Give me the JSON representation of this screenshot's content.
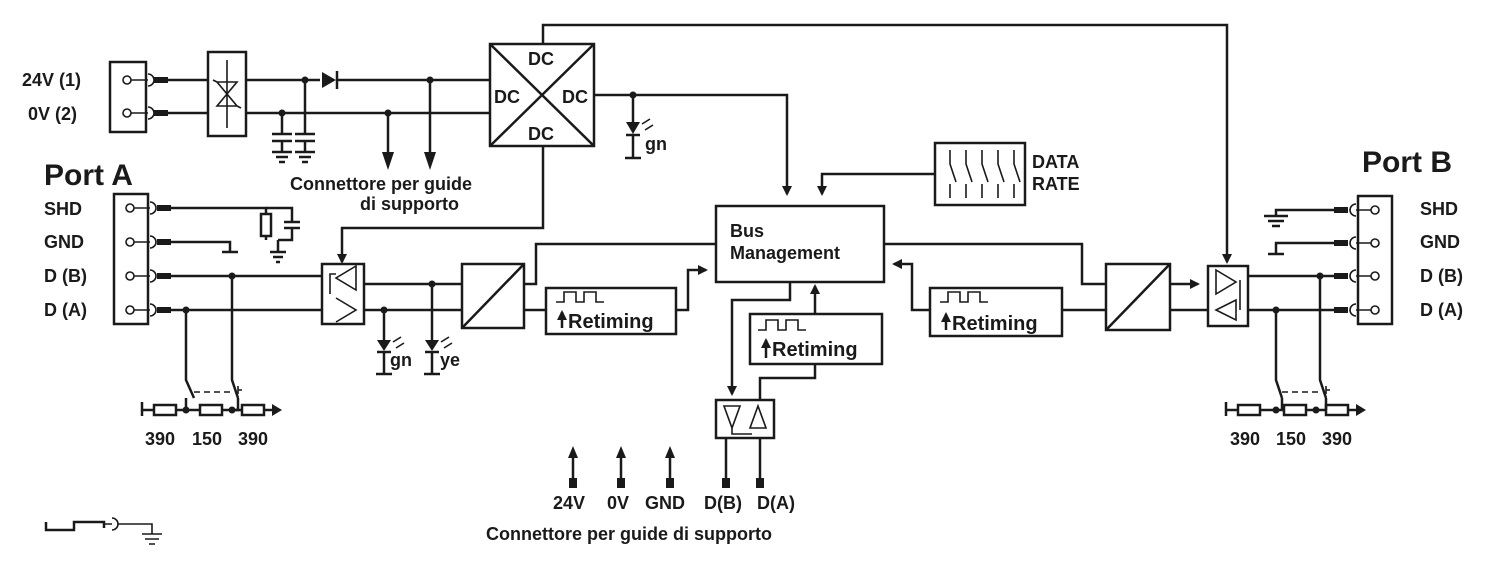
{
  "power": {
    "v24": "24V (1)",
    "v0": "0V  (2)"
  },
  "dc": {
    "top": "DC",
    "left": "DC",
    "right": "DC",
    "bottom": "DC"
  },
  "leds": {
    "gn1": "gn",
    "gn2": "gn",
    "ye": "ye"
  },
  "connettore_top": {
    "line1": "Connettore per guide",
    "line2": "di supporto"
  },
  "data_rate": {
    "line1": "DATA",
    "line2": "RATE"
  },
  "bus": {
    "line1": "Bus",
    "line2": "Management"
  },
  "retiming": "Retiming",
  "portA": {
    "title": "Port A",
    "pins": [
      "SHD",
      "GND",
      "D (B)",
      "D (A)"
    ],
    "resistors": [
      "390",
      "150",
      "390"
    ]
  },
  "portB": {
    "title": "Port B",
    "pins": [
      "SHD",
      "GND",
      "D (B)",
      "D (A)"
    ],
    "resistors": [
      "390",
      "150",
      "390"
    ]
  },
  "bottom": {
    "pins": [
      "24V",
      "0V",
      "GND",
      "D(B)",
      "D(A)"
    ],
    "label": "Connettore per guide di supporto"
  }
}
